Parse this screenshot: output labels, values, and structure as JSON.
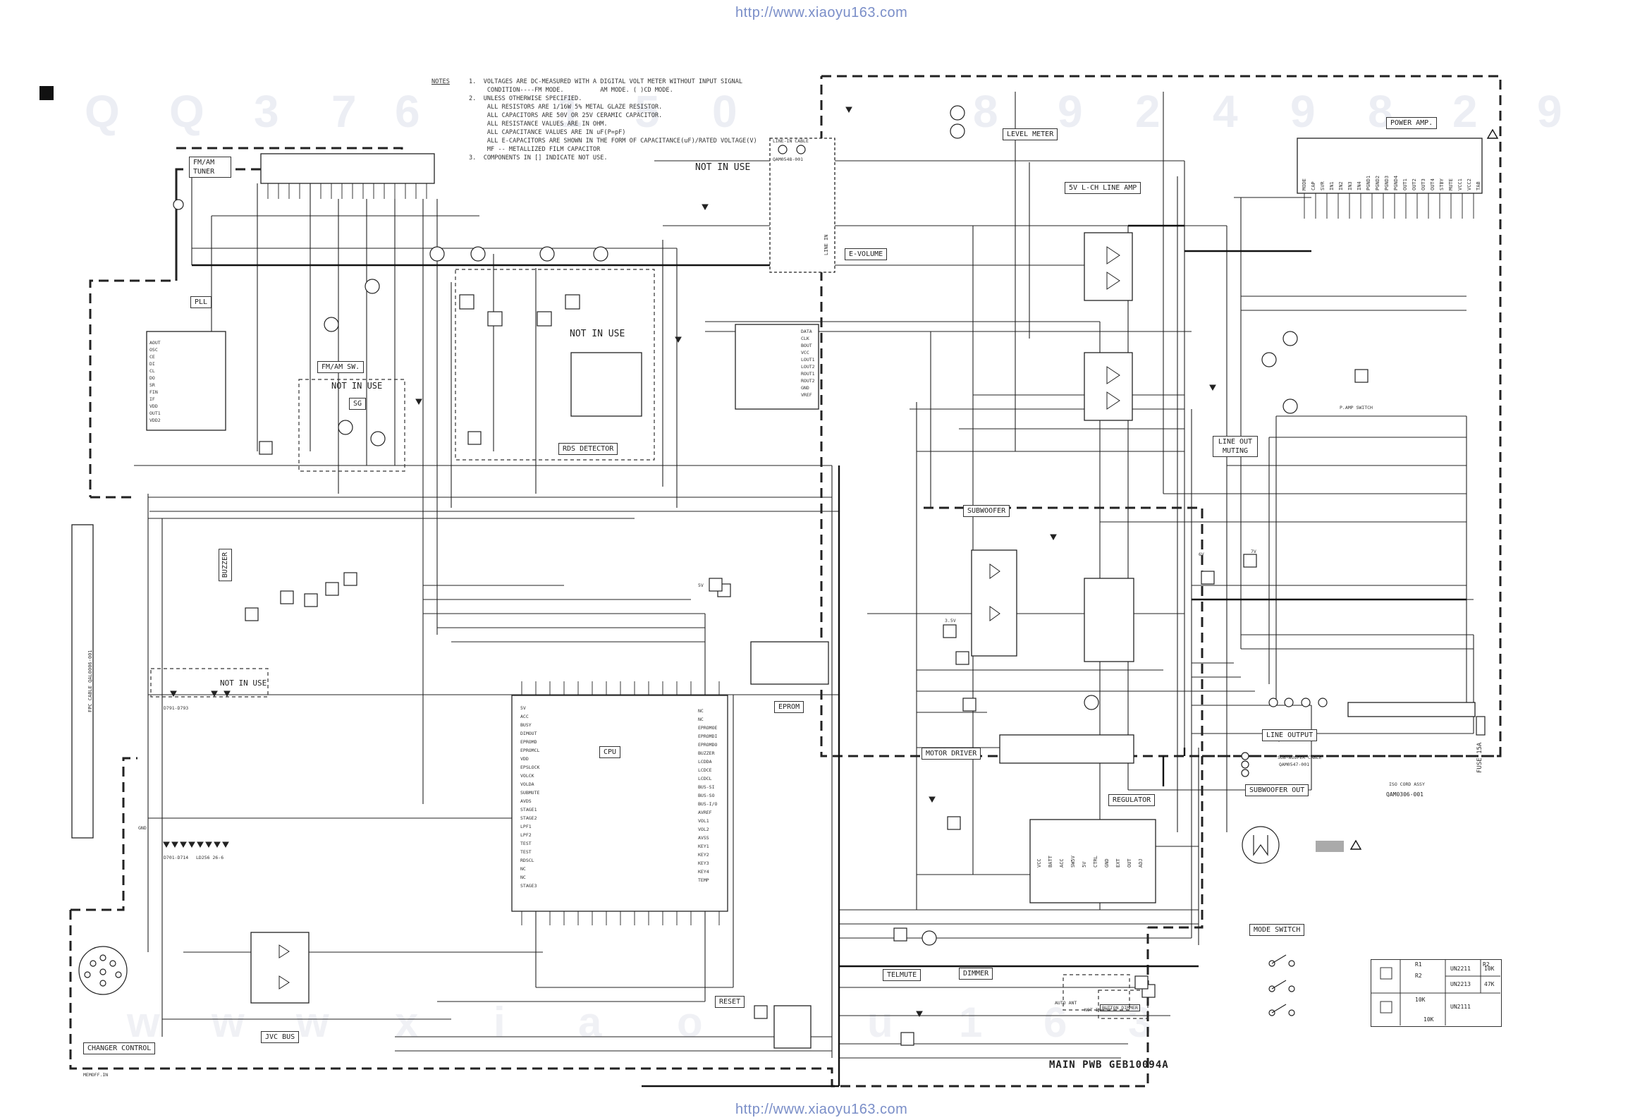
{
  "header": {
    "url_top": "http://www.xiaoyu163.com",
    "url_bottom": "http://www.xiaoyu163.com"
  },
  "notes": {
    "title": "NOTES",
    "lines": [
      "1.  VOLTAGES ARE DC-MEASURED WITH A DIGITAL VOLT METER WITHOUT INPUT SIGNAL",
      "     CONDITION----FM MODE.          AM MODE. ( )CD MODE.",
      "2.  UNLESS OTHERWISE SPECIFIED.",
      "     ALL RESISTORS ARE 1/16W 5% METAL GLAZE RESISTOR.",
      "     ALL CAPACITORS ARE 50V OR 25V CERAMIC CAPACITOR.",
      "     ALL RESISTANCE VALUES ARE IN OHM.",
      "     ALL CAPACITANCE VALUES ARE IN uF(P=pF)",
      "     ALL E-CAPACITORS ARE SHOWN IN THE FORM OF CAPACITANCE(uF)/RATED VOLTAGE(V)",
      "     MF -- METALLIZED FILM CAPACITOR",
      "3.  COMPONENTS IN [] INDICATE NOT USE."
    ]
  },
  "blocks": {
    "fm_am_tuner": "FM/AM TUNER",
    "pll": "PLL",
    "fm_am_sw": "FM/AM SW.",
    "not_in_use_1": "NOT IN USE",
    "sg": "SG",
    "not_in_use_2": "NOT IN USE",
    "rds_detector": "RDS DETECTOR",
    "not_in_use_3": "NOT IN USE",
    "line_in_cable": "LINE-IN CABLE",
    "line_in_cable_part": "QAM0548-001",
    "line_in": "LINE IN",
    "e_volume": "E-VOLUME",
    "level_meter": "LEVEL METER",
    "lch_line_amp": "5V L-CH LINE AMP",
    "power_amp": "POWER AMP.",
    "line_out_muting": "LINE OUT MUTING",
    "p_amp_switch": "P.AMP SWITCH",
    "subwoofer": "SUBWOOFER",
    "buzzer": "BUZZER",
    "cpu": "CPU",
    "eprom": "EPROM",
    "motor_driver": "MOTOR DRIVER",
    "regulator": "REGULATOR",
    "line_output": "LINE OUTPUT",
    "subwoofer_cable": "SUB-WOOFER CABLE",
    "subwoofer_cable_part": "QAM0547-001",
    "subwoofer_out": "SUBWOOFER OUT",
    "iso_cord_assy": "ISO CORD ASSY",
    "iso_cord_part": "QAM0306-001",
    "fuse": "FUSE 15A",
    "mode_switch": "MODE SWITCH",
    "telmute": "TELMUTE",
    "dimmer": "DIMMER",
    "reset": "RESET",
    "jvc_bus": "JVC BUS",
    "changer_control": "CHANGER CONTROL",
    "not_in_use_4": "NOT IN USE",
    "button_dimmer": "BUTTON DIMMER",
    "not_in_use_5": "NOT IN USE",
    "fpc_cable": "FPC CABLE QAL0006-001",
    "main_pwb": "MAIN PWB GEB10094A"
  },
  "ic_table": {
    "rows": [
      {
        "part": "UN2211",
        "value": "10K"
      },
      {
        "part": "UN2213",
        "value": "47K"
      },
      {
        "part": "UN2111",
        "value": ""
      }
    ],
    "r1": "R1",
    "r2": "R2",
    "r_10k_a": "10K",
    "r_10k_b": "10K"
  },
  "labels": {
    "gnd": "GND",
    "vdd": "VDD",
    "vcc": "VCC",
    "d701_d714": "D701-D714",
    "ld256": "LD256 26-6",
    "d791_d793": "D791-D793",
    "memoff": "MEMOFF.IN",
    "auto_ant": "AUTO ANT",
    "v_5": "5V",
    "v_6": "6V",
    "v_7": "7V",
    "v_3_5": "3.5V"
  },
  "cpu_pins_left": [
    "5V",
    "ACC",
    "BUSY",
    "DIMOUT",
    "EPROMD",
    "EPROMCL",
    "VDD",
    "EPSLOCK",
    "VOLCK",
    "VOLDA",
    "SUBMUTE",
    "AVDS",
    "STAGE1",
    "STAGE2",
    "LPF1",
    "LPF2",
    "TEST",
    "TEST",
    "RDSCL",
    "NC",
    "NC",
    "STAGE3"
  ],
  "cpu_pins_right": [
    "NC",
    "NC",
    "EPROMOE",
    "EPROMDI",
    "EPROMDO",
    "BUZZER",
    "LCDDA",
    "LCDCE",
    "LCDCL",
    "BUS-SI",
    "BUS-SO",
    "BUS-I/O",
    "AVREF",
    "VOL1",
    "VOL2",
    "AVSS",
    "KEY1",
    "KEY2",
    "KEY3",
    "KEY4",
    "TEMP"
  ],
  "pll_pins": [
    "AOUT",
    "OSC",
    "CE",
    "DI",
    "CL",
    "DO",
    "SR",
    "FIN",
    "IF",
    "VDD",
    "OUT1",
    "VDD2"
  ],
  "power_amp_pins": [
    "MODE",
    "CAP",
    "SVR",
    "IN1",
    "IN2",
    "IN3",
    "IN4",
    "PGND1",
    "PGND2",
    "PGND3",
    "PGND4",
    "OUT1",
    "OUT2",
    "OUT3",
    "OUT4",
    "STBY",
    "MUTE",
    "VCC1",
    "VCC2",
    "TAB"
  ],
  "evol_pins": [
    "DATA",
    "CLK",
    "BOUT",
    "VCC",
    "LOUT1",
    "LOUT2",
    "ROUT1",
    "ROUT2",
    "GND",
    "VREF"
  ],
  "regulator_pins": [
    "VCC",
    "BATT",
    "ACC",
    "SW5V",
    "5V",
    "CTRL",
    "GND",
    "EXT",
    "OUT",
    "ADJ"
  ]
}
